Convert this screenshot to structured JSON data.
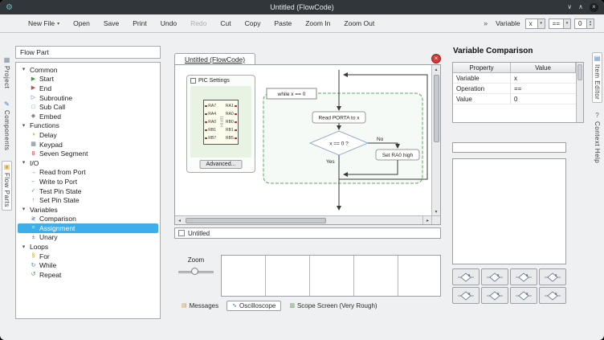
{
  "icons": {
    "app": "⚙",
    "minimize": "∨",
    "maximize": "∧",
    "close": "×",
    "dropdown": "▾",
    "spin_up": "▴",
    "spin_down": "▾",
    "scroll_left": "◂",
    "scroll_right": "▸",
    "scroll_up": "▴",
    "scroll_down": "▾"
  },
  "window": {
    "title": "Untitled (FlowCode)"
  },
  "toolbar": {
    "buttons": [
      {
        "label": "New File",
        "arrow": "▾"
      },
      {
        "label": "Open"
      },
      {
        "label": "Save"
      },
      {
        "label": "Print"
      },
      {
        "label": "Undo"
      },
      {
        "label": "Redo",
        "disabled": true
      },
      {
        "label": "Cut"
      },
      {
        "label": "Copy"
      },
      {
        "label": "Paste"
      },
      {
        "label": "Zoom In"
      },
      {
        "label": "Zoom Out"
      }
    ],
    "overflow_chevron": "»",
    "variable_label": "Variable",
    "variable_value": "x",
    "operator_value": "==",
    "number_value": "0"
  },
  "left_tabs": [
    {
      "label": "Project",
      "icon": "▦",
      "icon_color": "#7a8a99"
    },
    {
      "label": "Components",
      "icon": "✎",
      "icon_color": "#4a78b8"
    },
    {
      "label": "Flow Parts",
      "icon": "▣",
      "icon_color": "#e0a92e",
      "selected": true
    }
  ],
  "flow_panel": {
    "header": "Flow Part",
    "tree": [
      {
        "label": "Common",
        "icon": "▾",
        "icon_color": "#555555",
        "type": "category"
      },
      {
        "label": "Start",
        "icon": "▶",
        "icon_color": "#3f9e3f"
      },
      {
        "label": "End",
        "icon": "▶",
        "icon_color": "#c0504d"
      },
      {
        "label": "Subroutine",
        "icon": "▷",
        "icon_color": "#4a78b8"
      },
      {
        "label": "Sub Call",
        "icon": "□",
        "icon_color": "#3a9e9e"
      },
      {
        "label": "Embed",
        "icon": "◆",
        "icon_color": "#8a8a8a"
      },
      {
        "label": "Functions",
        "icon": "▾",
        "icon_color": "#555555",
        "type": "category"
      },
      {
        "label": "Delay",
        "icon": "◑",
        "icon_color": "#d4a017"
      },
      {
        "label": "Keypad",
        "icon": "▦",
        "icon_color": "#6a7a8a"
      },
      {
        "label": "Seven Segment",
        "icon": "8",
        "icon_color": "#cc3333"
      },
      {
        "label": "I/O",
        "icon": "▾",
        "icon_color": "#555555",
        "type": "category"
      },
      {
        "label": "Read from Port",
        "icon": "→",
        "icon_color": "#3f9e3f"
      },
      {
        "label": "Write to Port",
        "icon": "←",
        "icon_color": "#4a78b8"
      },
      {
        "label": "Test Pin State",
        "icon": "✓",
        "icon_color": "#3a9e9e"
      },
      {
        "label": "Set Pin State",
        "icon": "↑",
        "icon_color": "#cc4444"
      },
      {
        "label": "Variables",
        "icon": "▾",
        "icon_color": "#555555",
        "type": "category"
      },
      {
        "label": "Comparison",
        "icon": "≷",
        "icon_color": "#4a78b8"
      },
      {
        "label": "Assignment",
        "icon": "=",
        "icon_color": "#ffffff",
        "selected": true
      },
      {
        "label": "Unary",
        "icon": "±",
        "icon_color": "#8a5aa8"
      },
      {
        "label": "Loops",
        "icon": "▾",
        "icon_color": "#555555",
        "type": "category"
      },
      {
        "label": "For",
        "icon": "§",
        "icon_color": "#d4a017"
      },
      {
        "label": "While",
        "icon": "↻",
        "icon_color": "#4a78b8"
      },
      {
        "label": "Repeat",
        "icon": "↺",
        "icon_color": "#3f9e3f"
      }
    ]
  },
  "editor": {
    "tab_label": "Untitled (FlowCode)",
    "name_field": "Untitled",
    "zoom_label": "Zoom"
  },
  "pic": {
    "title": "PIC Settings",
    "chip_name": "16F84",
    "left_pins": [
      {
        "label": "RA7"
      },
      {
        "label": "RA4"
      },
      {
        "label": "RA0"
      },
      {
        "label": "RB1"
      },
      {
        "label": "RB7"
      }
    ],
    "right_pins": [
      {
        "label": "RA1"
      },
      {
        "label": "RA0"
      },
      {
        "label": "RB0"
      },
      {
        "label": "RB1"
      },
      {
        "label": "RB5"
      }
    ],
    "advanced_button": "Advanced..."
  },
  "flowchart": {
    "while_label": "while x == 0",
    "read_label": "Read PORTA to x",
    "decision_label": "x == 0 ?",
    "yes_label": "Yes",
    "no_label": "No",
    "set_label": "Set RA0 high"
  },
  "bottom_tabs": [
    {
      "label": "Messages",
      "icon": "▤",
      "icon_color": "#c8a23c"
    },
    {
      "label": "Oscilloscope",
      "icon": "∿",
      "icon_color": "#3a6fae",
      "selected": true
    },
    {
      "label": "Scope Screen (Very Rough)",
      "icon": "▥",
      "icon_color": "#5a8a5a"
    }
  ],
  "item_editor": {
    "title": "Variable Comparison",
    "table": {
      "headers": [
        "Property",
        "Value"
      ],
      "rows": [
        {
          "property": "Variable",
          "value": "x"
        },
        {
          "property": "Operation",
          "value": "=="
        },
        {
          "property": "Value",
          "value": "0"
        }
      ]
    },
    "templates": [
      {
        "glyph": "x"
      },
      {
        "glyph": "x"
      },
      {
        "glyph": "x"
      },
      {
        "glyph": "x"
      },
      {
        "glyph": "x"
      },
      {
        "glyph": "x"
      },
      {
        "glyph": "x"
      },
      {
        "glyph": "x"
      }
    ]
  },
  "right_tabs": [
    {
      "label": "Item Editor",
      "icon": "▤",
      "icon_color": "#4a78b8",
      "selected": true
    },
    {
      "label": "Context Help",
      "icon": "?",
      "icon_color": "#666666"
    }
  ]
}
